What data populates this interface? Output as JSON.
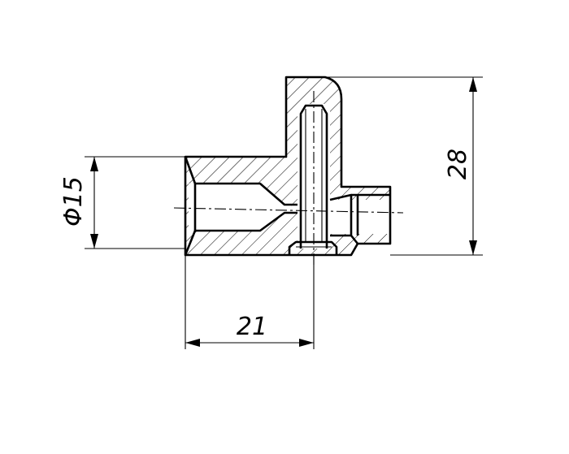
{
  "drawing": {
    "dimensions": {
      "diameter": "Φ15",
      "length": "21",
      "height": "28"
    }
  }
}
